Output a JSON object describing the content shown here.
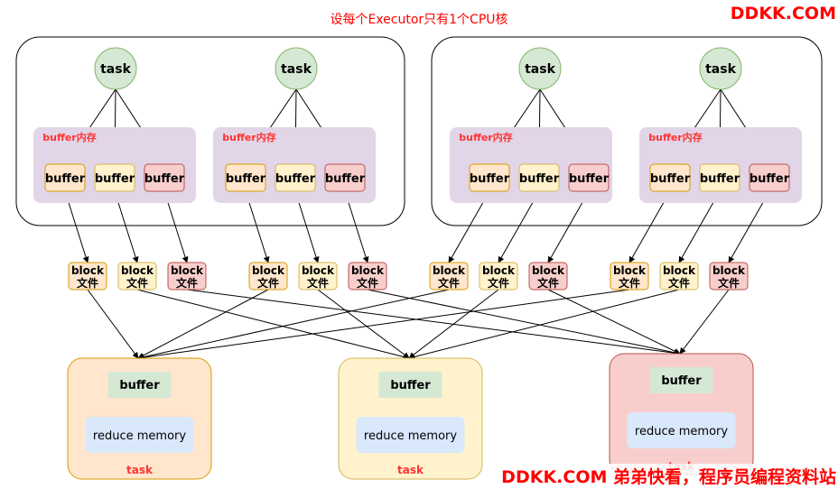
{
  "diagram": {
    "title": "设每个Executor只有1个CPU核",
    "task_label": "task",
    "buffer_label": "buffer",
    "buffer_memory_label": "buffer内存",
    "block_label_line1": "block",
    "block_label_line2": "文件",
    "reduce_buffer_label": "buffer",
    "reduce_memory_label": "reduce memory",
    "reduce_task_label": "task"
  },
  "watermark": {
    "top_right": "DDKK.COM",
    "bottom_right": "DDKK.COM 弟弟快看，程序员编程资料站"
  },
  "colors": {
    "title_red": "#ff0000",
    "task_fill": "#d5e8d4",
    "task_stroke": "#82b366",
    "buffer_group_fill": "#e1d5e7",
    "buffer_group_label": "#ff3333",
    "orange_fill": "#ffe6cc",
    "orange_stroke": "#d79b00",
    "yellow_fill": "#fff2cc",
    "yellow_stroke": "#d6b656",
    "red_fill": "#f8cecc",
    "red_stroke": "#b85450",
    "blue_fill": "#dae8fc",
    "green_box_fill": "#d5e8d4"
  }
}
